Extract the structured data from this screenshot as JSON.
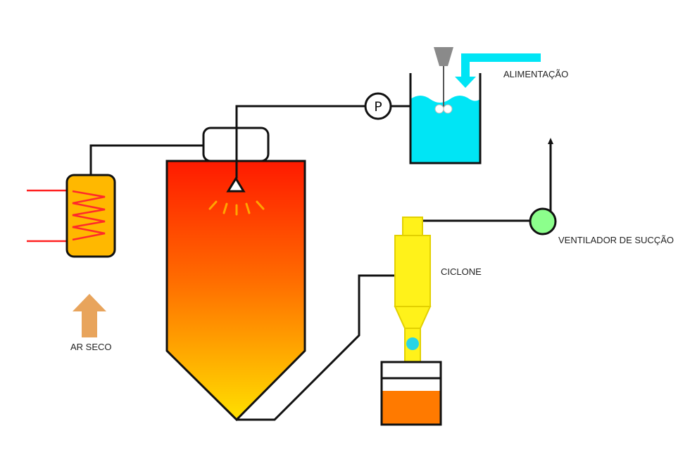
{
  "labels": {
    "feed": "ALIMENTAÇÃO",
    "suction_fan": "VENTILADOR DE SUCÇÃO",
    "cyclone": "CICLONE",
    "dry_air": "AR SECO",
    "pump_symbol": "P"
  },
  "colors": {
    "line": "#111111",
    "liquid": "#00e5f5",
    "feed_arrow": "#00e5f5",
    "chamber_top": "#ff1a00",
    "chamber_mid": "#ff6a00",
    "chamber_bottom": "#ffe000",
    "heater_fill": "#ffb800",
    "heater_coil": "#ff2a2a",
    "heat_lines": "#ff2020",
    "spray_rays": "#ffa500",
    "cyclone_fill": "#fff21a",
    "cyclone_stroke": "#e2d000",
    "particle": "#29d4e6",
    "fan_fill": "#8cff8c",
    "collector_fill": "#ff7a00",
    "dry_air_arrow": "#e8a45c",
    "agitator_motor": "#8a8a8a"
  },
  "icons": {
    "pump": "pump-circle-icon",
    "fan": "fan-circle-icon",
    "nozzle": "spray-nozzle-icon",
    "agitator": "agitator-icon"
  }
}
